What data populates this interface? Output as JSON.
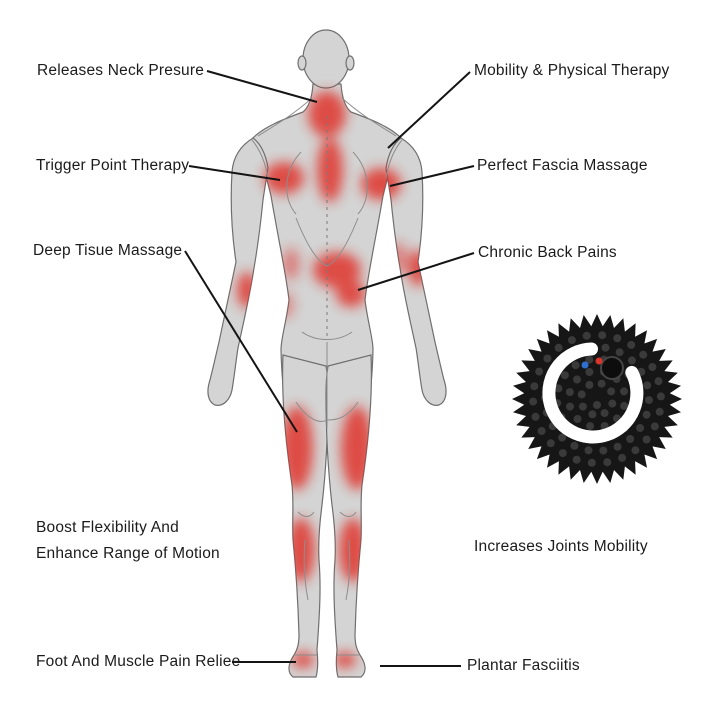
{
  "page": {
    "background": "#ffffff"
  },
  "colors": {
    "highlight_red": "#e02a20",
    "body_gray": "#d4d4d4",
    "line_black": "#141414",
    "ball_black": "#161616",
    "ring_white": "#ffffff",
    "dot_red": "#d8352b",
    "dot_blue": "#2f6fd0"
  },
  "annotations": {
    "releases_neck": "Releases Neck Presure",
    "mobility": "Mobility & Physical Therapy",
    "trigger_point": "Trigger Point Therapy",
    "perfect_fascia": "Perfect Fascia Massage",
    "deep_tissue": "Deep Tisue Massage",
    "chronic_back": "Chronic Back Pains",
    "boost_line1": "Boost Flexibility And",
    "boost_line2": "Enhance Range of Motion",
    "joints_mobility": "Increases Joints Mobility",
    "foot_muscle": "Foot And Muscle Pain Reliee",
    "plantar": "Plantar Fasciitis"
  }
}
